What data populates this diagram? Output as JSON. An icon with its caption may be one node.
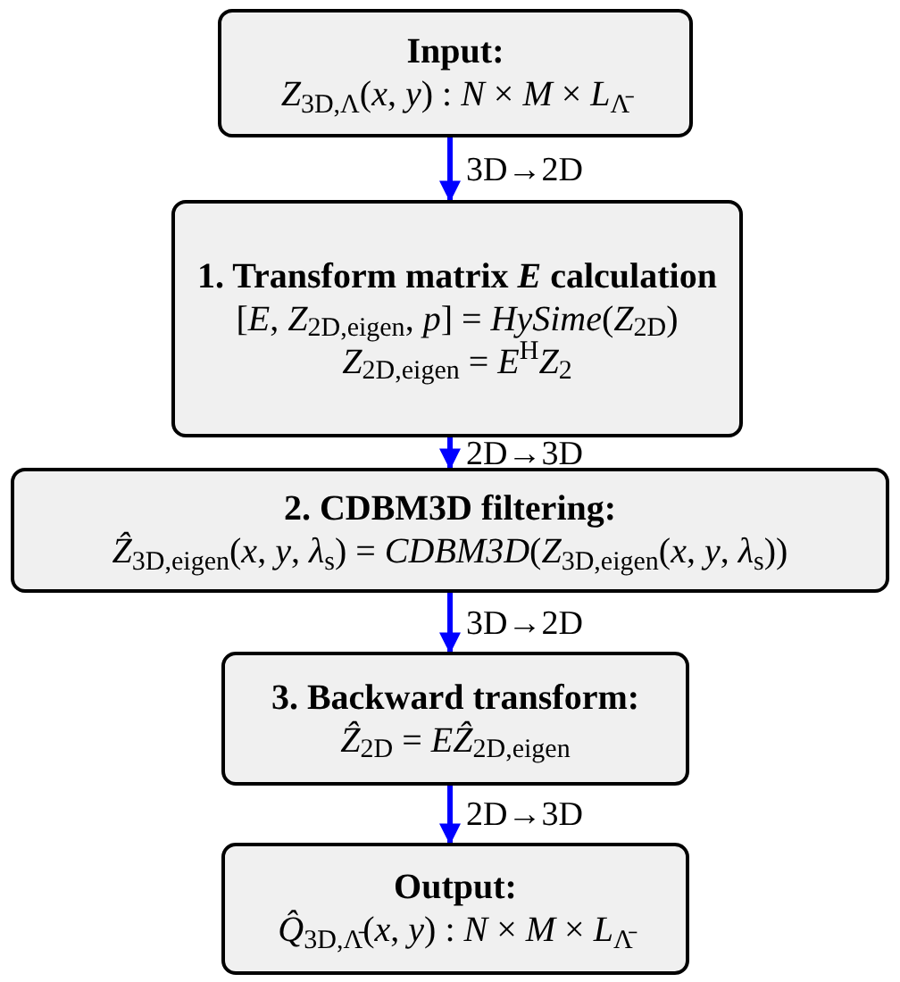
{
  "diagram": {
    "nodes": [
      {
        "text": [
          "Input:",
          "*Z*$_{3D,Λ}$(*x*, *y*) : *N* × *M* × *L*$_{Λ̄}$"
        ]
      },
      {
        "text": [
          "1. Transform matrix *E* calculation",
          "[*E*, *Z*$_{2D,eigen}$, *p*] = *HySime*(*Z*$_{2D}$)",
          "*Z*$_{2D,eigen}$ = *E*$^{H}$*Z*$_{2}$"
        ]
      },
      {
        "text": [
          "2. CDBM3D filtering:",
          "*Ẑ*$_{3D,eigen}$(*x*, *y*, *λ*$_{s}$) = *CDBM3D*(*Z*$_{3D,eigen}$(*x*, *y*, *λ*$_{s}$))"
        ]
      },
      {
        "text": [
          "3. Backward transform:",
          "*Ẑ*$_{2D}$ = *EẐ*$_{2D,eigen}$"
        ]
      },
      {
        "text": [
          "Output:",
          "*Q̂*$_{3D,Λ̄}$(*x*, *y*) : *N* × *M* × *L*$_{Λ̄}$"
        ]
      }
    ],
    "edges": [
      {
        "from": 0,
        "to": 1,
        "arrow": "to",
        "label": "3D→2D",
        "color": "#0000ff"
      },
      {
        "from": 1,
        "to": 2,
        "arrow": "to",
        "label": "2D→3D",
        "color": "#0000ff"
      },
      {
        "from": 2,
        "to": 3,
        "arrow": "to",
        "label": "3D→2D",
        "color": "#0000ff"
      },
      {
        "from": 3,
        "to": 4,
        "arrow": "to",
        "label": "2D→3D",
        "color": "#0000ff"
      }
    ]
  }
}
